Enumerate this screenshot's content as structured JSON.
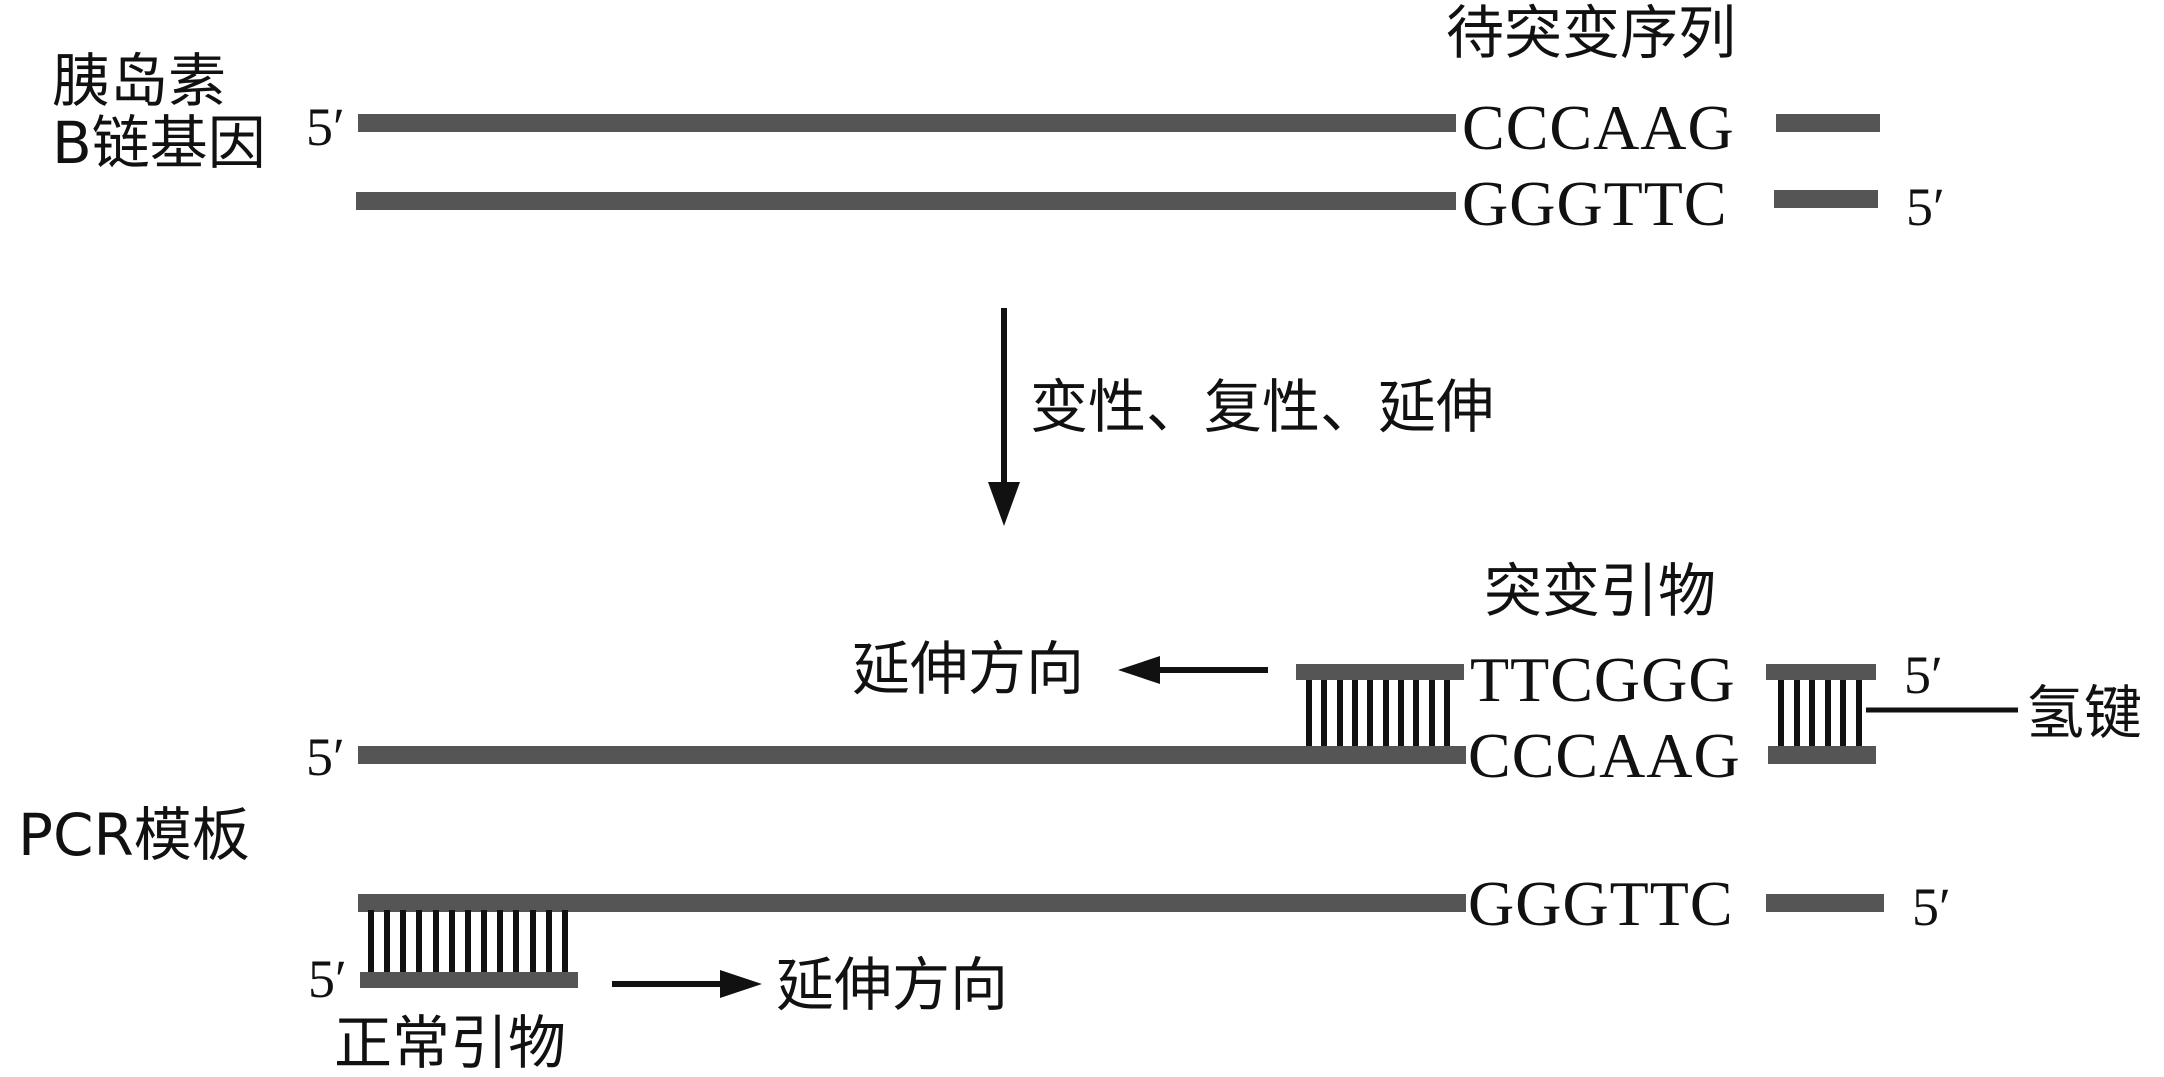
{
  "top": {
    "gene_label_line1": "胰岛素",
    "gene_label_line2": "B链基因",
    "mutation_site_label": "待突变序列",
    "upper_seq": "CCCAAG",
    "lower_seq": "GGGTTC",
    "upper_5prime": "5′",
    "lower_5prime": "5′"
  },
  "process": {
    "step_label": "变性、复性、延伸"
  },
  "bottom": {
    "template_label": "PCR模板",
    "mutant_primer_label": "突变引物",
    "mutant_primer_seq": "TTCGGG",
    "mutant_primer_5prime": "5′",
    "hbond_label": "氢键",
    "extension_left_label": "延伸方向",
    "template_upper_5prime": "5′",
    "template_upper_seq": "CCCAAG",
    "template_lower_seq": "GGGTTC",
    "template_lower_5prime": "5′",
    "normal_primer_5prime": "5′",
    "extension_right_label": "延伸方向",
    "normal_primer_label": "正常引物"
  }
}
